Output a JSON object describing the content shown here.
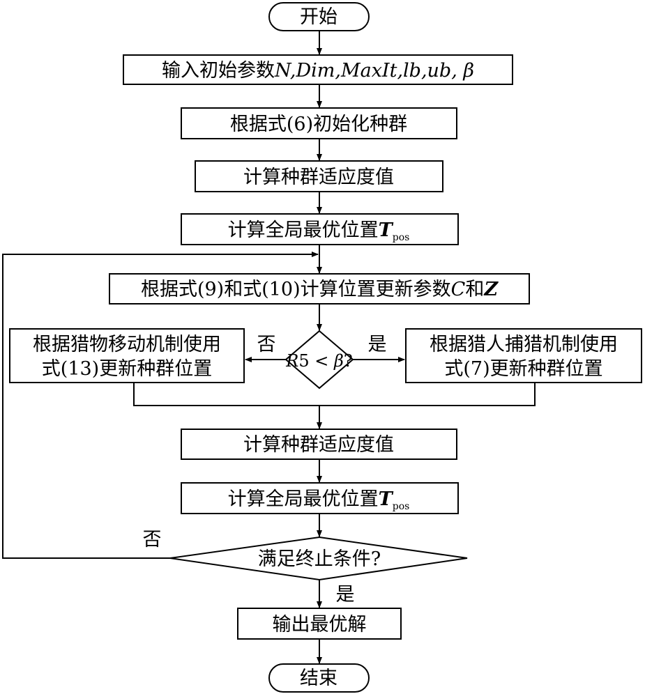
{
  "flowchart": {
    "start": "开始",
    "input_prefix": "输入初始参数",
    "input_params": "N,Dim,MaxIt,lb,ub, β",
    "init_population": "根据式(6)初始化种群",
    "calc_fitness_1": "计算种群适应度值",
    "calc_best_1": "计算全局最优位置",
    "best_var": "T",
    "best_sub": "pos",
    "update_params_prefix": "根据式(9)和式(10)计算位置更新参数",
    "param_c": "C",
    "and_word": "和",
    "param_z": "Z",
    "prey_line1": "根据猎物移动机制使用",
    "prey_line2": "式(13)更新种群位置",
    "cond_r5_var": "R",
    "cond_r5_rest": "5 < ",
    "cond_beta": "β",
    "cond_q": "?",
    "hunter_line1": "根据猎人捕猎机制使用",
    "hunter_line2": "式(7)更新种群位置",
    "label_no_left": "否",
    "label_yes_right": "是",
    "calc_fitness_2": "计算种群适应度值",
    "calc_best_2": "计算全局最优位置",
    "stop_condition": "满足终止条件?",
    "label_no_loop": "否",
    "label_yes_down": "是",
    "output": "输出最优解",
    "end": "结束"
  }
}
